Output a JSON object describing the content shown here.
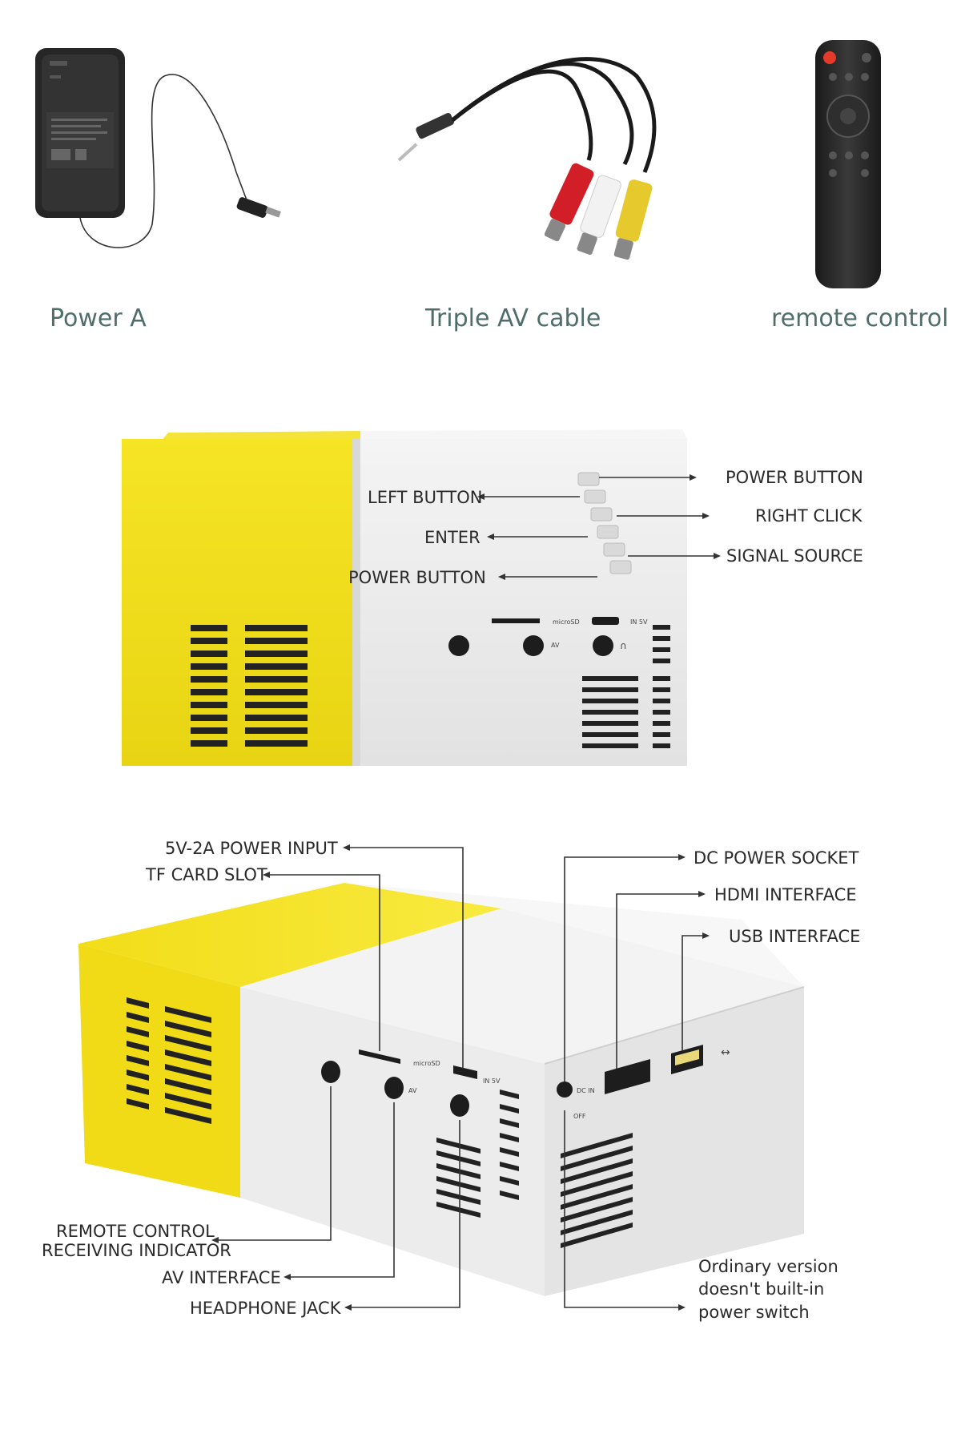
{
  "accessories": [
    {
      "caption": "Power A",
      "icon": "ac-adapter-icon"
    },
    {
      "caption": "Triple AV cable",
      "icon": "av-cable-icon"
    },
    {
      "caption": "remote control",
      "icon": "remote-control-icon"
    }
  ],
  "front_view": {
    "labels": {
      "power_button_right": "POWER BUTTON",
      "right_click": "RIGHT CLICK",
      "signal_source": "SIGNAL SOURCE",
      "left_button": "LEFT BUTTON",
      "enter": "ENTER",
      "power_button_left": "POWER BUTTON"
    },
    "port_markings": {
      "microsd": "microSD",
      "in5v": "IN 5V",
      "av": "AV"
    }
  },
  "back_view": {
    "labels": {
      "power_input": "5V-2A POWER INPUT",
      "tf_card_slot": "TF CARD SLOT",
      "dc_power_socket": "DC POWER SOCKET",
      "hdmi_interface": "HDMI INTERFACE",
      "usb_interface": "USB INTERFACE",
      "remote_indicator_1": "REMOTE CONTROL",
      "remote_indicator_2": "RECEIVING INDICATOR",
      "av_interface": "AV INTERFACE",
      "headphone_jack": "HEADPHONE JACK"
    },
    "note_lines": [
      "Ordinary version",
      "doesn't built-in",
      "power switch"
    ],
    "port_markings": {
      "microsd": "microSD",
      "in5v": "IN 5V",
      "av": "AV",
      "dcin": "DC IN",
      "off": "OFF"
    }
  },
  "colors": {
    "yellow": "#f3e11e",
    "white": "#eeeeee",
    "caption": "#4f6e6a",
    "dark": "#1f1f1f"
  }
}
